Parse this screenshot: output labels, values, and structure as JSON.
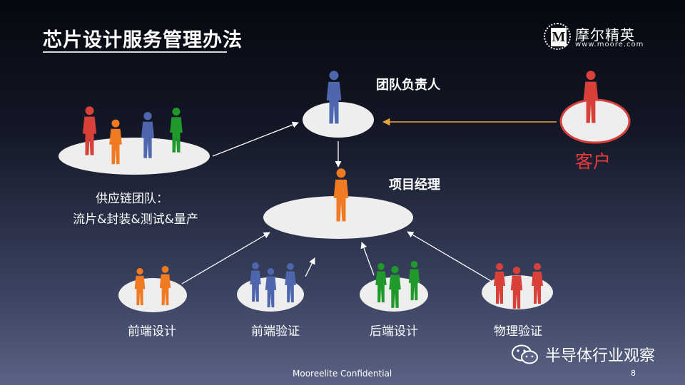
{
  "slide": {
    "title": "芯片设计服务管理办法",
    "logo": {
      "mark": "M",
      "name": "摩尔精英",
      "url": "www.moore.com"
    },
    "footer": "Mooreelite Confidential",
    "page_number": "8",
    "watermark": "半导体行业观察"
  },
  "nodes": {
    "team_lead": {
      "label": "团队负责人"
    },
    "customer": {
      "label": "客户"
    },
    "supply_chain": {
      "label_line1": "供应链团队：",
      "label_line2": "流片&封装&测试&量产"
    },
    "project_manager": {
      "label": "项目经理"
    },
    "frontend_design": {
      "label": "前端设计"
    },
    "frontend_verification": {
      "label": "前端验证"
    },
    "backend_design": {
      "label": "后端设计"
    },
    "physical_verification": {
      "label": "物理验证"
    }
  },
  "colors": {
    "red": "#d8413a",
    "orange": "#f07a22",
    "blue": "#4d66ad",
    "green": "#1f9a2a",
    "customer_arrow": "#e9a23b",
    "platform": "#eeeeee"
  }
}
